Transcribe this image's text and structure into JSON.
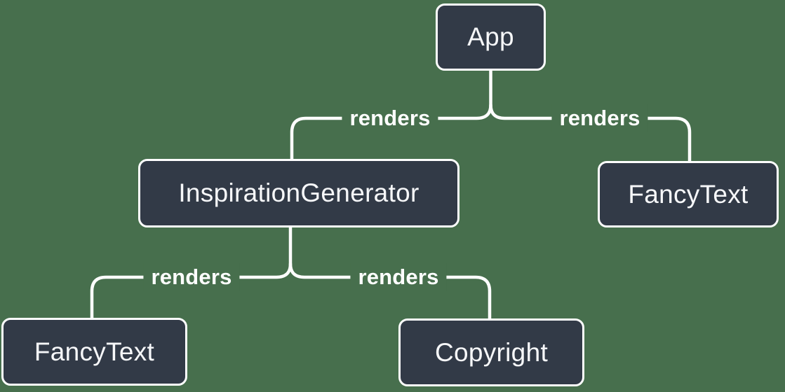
{
  "diagram": {
    "type": "component-render-tree",
    "root": "App"
  },
  "colors": {
    "bg": "#476F4D",
    "node": "#323A47",
    "line": "#FFFFFF",
    "text": "#F6F7F9"
  },
  "nodes": [
    {
      "id": "app",
      "label": "App"
    },
    {
      "id": "inspiration-generator",
      "label": "InspirationGenerator"
    },
    {
      "id": "fancy-text-right",
      "label": "FancyText"
    },
    {
      "id": "fancy-text-left",
      "label": "FancyText"
    },
    {
      "id": "copyright",
      "label": "Copyright"
    }
  ],
  "edges": [
    {
      "from": "App",
      "to": "InspirationGenerator",
      "label": "renders"
    },
    {
      "from": "App",
      "to": "FancyText",
      "label": "renders"
    },
    {
      "from": "InspirationGenerator",
      "to": "FancyText",
      "label": "renders"
    },
    {
      "from": "InspirationGenerator",
      "to": "Copyright",
      "label": "renders"
    }
  ]
}
